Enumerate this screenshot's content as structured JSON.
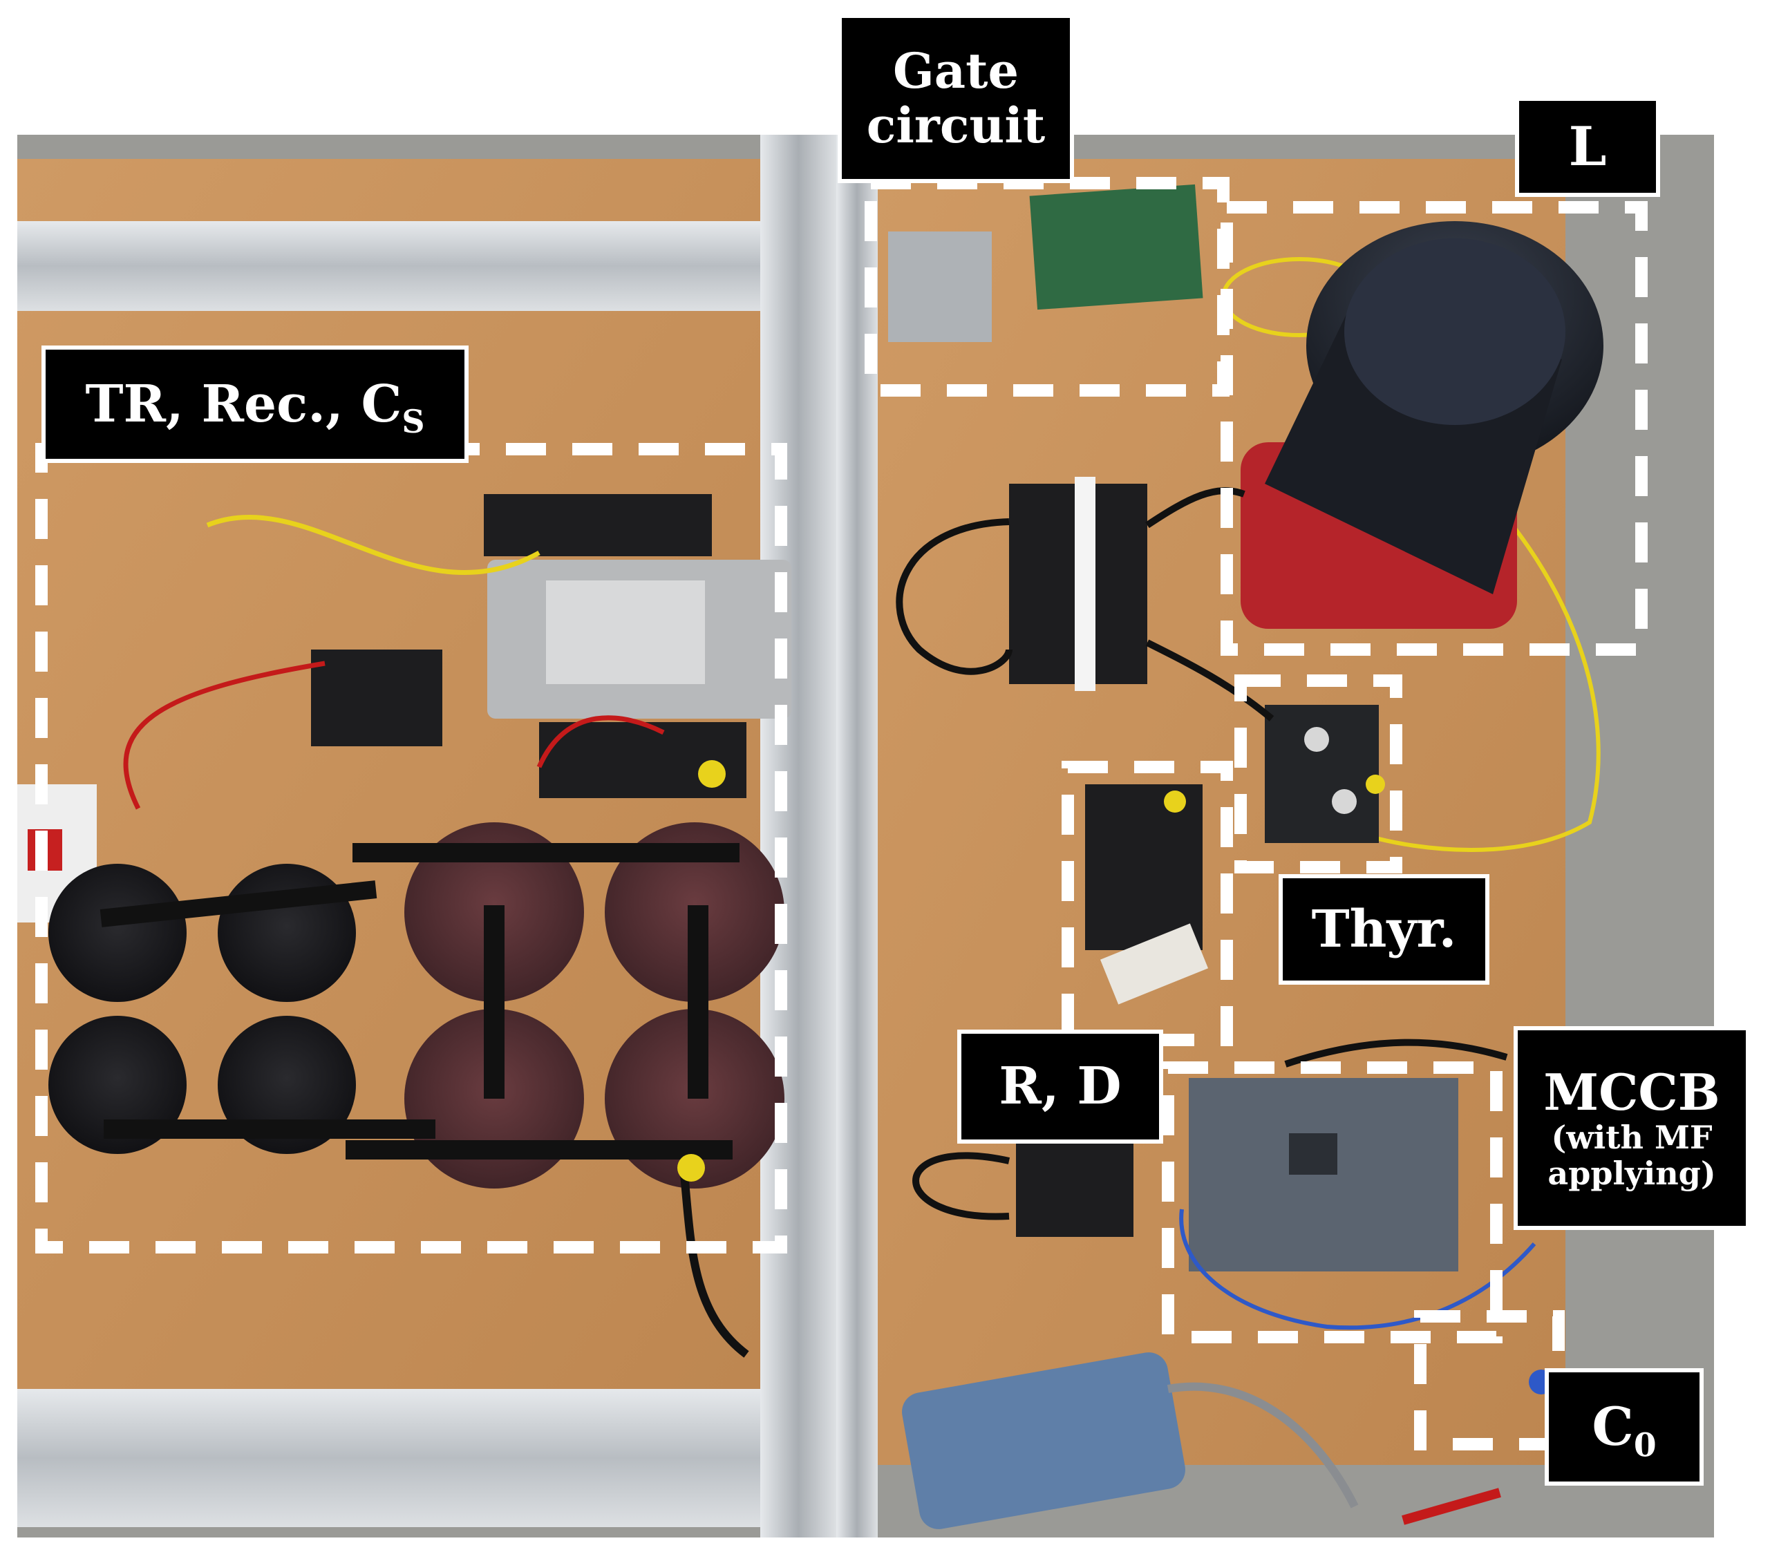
{
  "figure": {
    "description_labels": {
      "gate": {
        "line1": "Gate",
        "line2": "circuit"
      },
      "inductor": "L",
      "source": {
        "text": "TR, Rec., C",
        "sub": "S"
      },
      "thyristor": "Thyr.",
      "resistor_diode": "R, D",
      "breaker": {
        "line1": "MCCB",
        "line2": "(with MF",
        "line3": "applying)"
      },
      "capacitor": {
        "text": "C",
        "sub": "0"
      }
    },
    "colors": {
      "wood": "#c9915a",
      "aluminum": "#c8ccd0",
      "capacitor_black": "#1c1c1e",
      "capacitor_maroon": "#5a3236",
      "inductor_red": "#b5242a",
      "wire_yellow": "#e8d21c",
      "wire_blue": "#2e59c8",
      "wire_red": "#c41a1a",
      "mccb_gray": "#5b6470",
      "probe_blue": "#5f7fa8",
      "highlight_white": "#ffffff",
      "label_black": "#000000"
    }
  }
}
